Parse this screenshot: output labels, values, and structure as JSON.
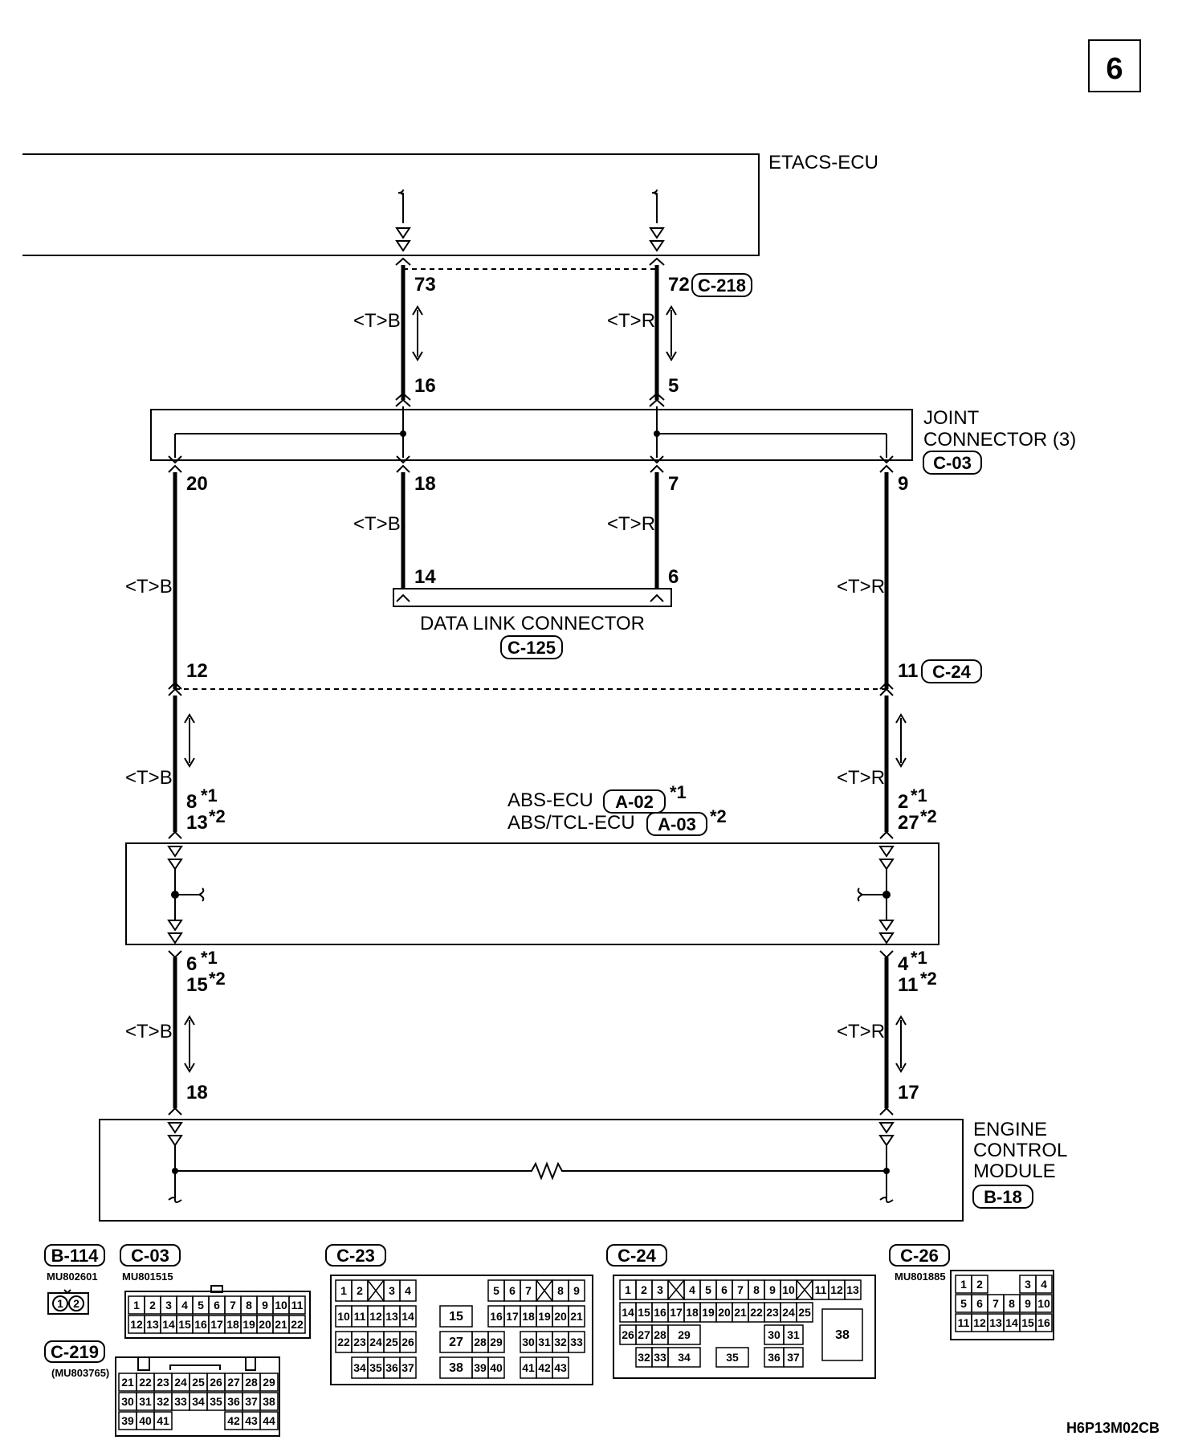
{
  "sheet_number": "6",
  "figure_id": "H6P13M02CB",
  "components": {
    "etacs": "ETACS-ECU",
    "joint_line1": "JOINT",
    "joint_line2": "CONNECTOR (3)",
    "joint_code": "C-03",
    "dlc": "DATA LINK CONNECTOR",
    "dlc_code": "C-125",
    "abs": "ABS-ECU",
    "abs_code": "A-02",
    "abs_note": "*1",
    "abstcl": "ABS/TCL-ECU",
    "abstcl_code": "A-03",
    "abstcl_note": "*2",
    "ecm_line1": "ENGINE",
    "ecm_line2": "CONTROL",
    "ecm_line3": "MODULE",
    "ecm_code": "B-18"
  },
  "wire_colors": {
    "tb": "<T>B",
    "tr": "<T>R"
  },
  "pins": {
    "p73": "73",
    "p72": "72",
    "c218": "C-218",
    "p16": "16",
    "p5": "5",
    "p20": "20",
    "p18": "18",
    "p7": "7",
    "p9": "9",
    "p14": "14",
    "p6": "6",
    "p12": "12",
    "p11": "11",
    "c24": "C-24",
    "abs_l_a": "8",
    "abs_l_b": "13",
    "abs_r_a": "2",
    "abs_r_b": "27",
    "abs_bl_a": "6",
    "abs_bl_b": "15",
    "abs_br_a": "4",
    "abs_br_b": "11",
    "ecm_l": "18",
    "ecm_r": "17",
    "note1": "*1",
    "note2": "*2"
  },
  "connectors": {
    "b114": {
      "code": "B-114",
      "part": "MU802601",
      "cells": [
        "1",
        "2"
      ]
    },
    "c03": {
      "code": "C-03",
      "part": "MU801515",
      "row1": [
        "1",
        "2",
        "3",
        "4",
        "5",
        "6",
        "7",
        "8",
        "9",
        "10",
        "11"
      ],
      "row2": [
        "12",
        "13",
        "14",
        "15",
        "16",
        "17",
        "18",
        "19",
        "20",
        "21",
        "22"
      ]
    },
    "c219": {
      "code": "C-219",
      "part": "(MU803765)",
      "row1": [
        "21",
        "22",
        "23",
        "24",
        "25",
        "26",
        "27",
        "28",
        "29"
      ],
      "row2": [
        "30",
        "31",
        "32",
        "33",
        "34",
        "35",
        "36",
        "37",
        "38"
      ],
      "row3": [
        "39",
        "40",
        "41",
        "42",
        "43",
        "44"
      ]
    },
    "c23": {
      "code": "C-23",
      "r1a": [
        "1",
        "2",
        "3",
        "4"
      ],
      "r1b": [
        "5",
        "6",
        "7",
        "8",
        "9"
      ],
      "r2a": [
        "10",
        "11",
        "12",
        "13",
        "14"
      ],
      "r2mid": "15",
      "r2b": [
        "16",
        "17",
        "18",
        "19",
        "20",
        "21"
      ],
      "r3a": [
        "22",
        "23",
        "24",
        "25",
        "26"
      ],
      "r3mid": [
        "27",
        "28",
        "29"
      ],
      "r3b": [
        "30",
        "31",
        "32",
        "33"
      ],
      "r4a": [
        "34",
        "35",
        "36",
        "37"
      ],
      "r4mid": [
        "38",
        "39",
        "40"
      ],
      "r4b": [
        "41",
        "42",
        "43"
      ]
    },
    "c24": {
      "code": "C-24",
      "r1a": [
        "1",
        "2",
        "3"
      ],
      "r1b": [
        "4",
        "5",
        "6",
        "7",
        "8",
        "9",
        "10"
      ],
      "r1c": [
        "11",
        "12",
        "13"
      ],
      "r2": [
        "14",
        "15",
        "16",
        "17",
        "18",
        "19",
        "20",
        "21",
        "22",
        "23",
        "24",
        "25"
      ],
      "r3a": [
        "26",
        "27",
        "28"
      ],
      "r3b": "29",
      "r3c": [
        "30",
        "31"
      ],
      "r4a": [
        "32",
        "33"
      ],
      "r4b": "34",
      "r4c": "35",
      "r4d": [
        "36",
        "37"
      ],
      "big": "38"
    },
    "c26": {
      "code": "C-26",
      "part": "MU801885",
      "r1a": [
        "1",
        "2"
      ],
      "r1b": [
        "3",
        "4"
      ],
      "r2": [
        "5",
        "6",
        "7",
        "8",
        "9",
        "10"
      ],
      "r3": [
        "11",
        "12",
        "13",
        "14",
        "15",
        "16"
      ]
    }
  }
}
